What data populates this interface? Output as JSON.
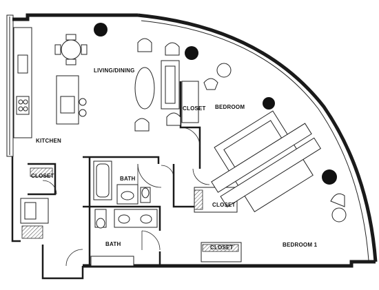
{
  "rooms": {
    "living_dining": "LIVING/DINING",
    "kitchen": "KITCHEN",
    "closet_top": "CLOSET",
    "bedroom": "BEDROOM",
    "closet_left": "CLOSET",
    "bath_upper": "BATH",
    "closet_mid": "CLOSET",
    "bath_lower": "BATH",
    "closet_bottom": "CLOSET",
    "bedroom_1": "BEDROOM 1"
  }
}
